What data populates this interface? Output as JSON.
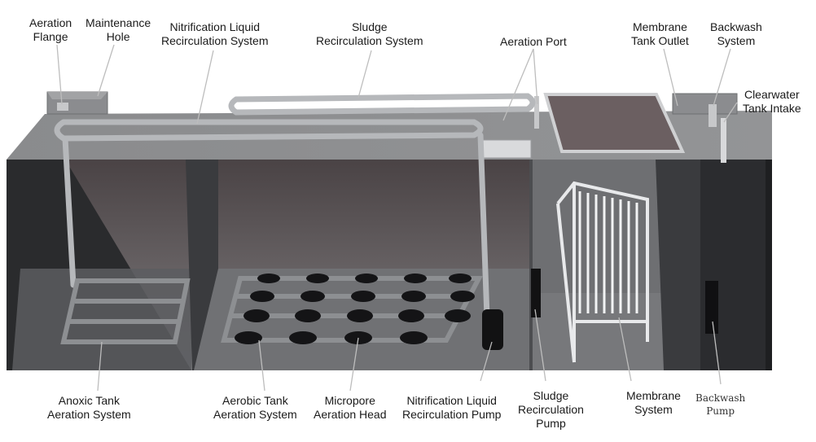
{
  "labels": {
    "aeration_flange": [
      "Aeration",
      "Flange"
    ],
    "maintenance_hole": [
      "Maintenance",
      "Hole"
    ],
    "nitrification_liquid_recirculation_system": [
      "Nitrification Liquid",
      "Recirculation System"
    ],
    "sludge_recirculation_system": [
      "Sludge",
      "Recirculation System"
    ],
    "aeration_port": [
      "Aeration Port"
    ],
    "membrane_tank_outlet": [
      "Membrane",
      "Tank Outlet"
    ],
    "backwash_system": [
      "Backwash",
      "System"
    ],
    "clearwater_tank_intake": [
      "Clearwater",
      "Tank Intake"
    ],
    "anoxic_tank_aeration_system": [
      "Anoxic Tank",
      "Aeration System"
    ],
    "aerobic_tank_aeration_system": [
      "Aerobic Tank",
      "Aeration System"
    ],
    "micropore_aeration_head": [
      "Micropore",
      "Aeration Head"
    ],
    "nitrification_liquid_recirculation_pump": [
      "Nitrification Liquid",
      "Recirculation Pump"
    ],
    "sludge_recirculation_pump": [
      "Sludge",
      "Recirculation",
      "Pump"
    ],
    "membrane_system": [
      "Membrane",
      "System"
    ],
    "backwash_pump": [
      "Backwash",
      "Pump"
    ]
  },
  "colors": {
    "top_surface": "#8e8f90",
    "front_wall": "#555659",
    "chamber_dark": "#1f2022",
    "floor": "#6f7073",
    "pipe": "#9a9c9f",
    "leader_line": "#b9b9b9"
  }
}
